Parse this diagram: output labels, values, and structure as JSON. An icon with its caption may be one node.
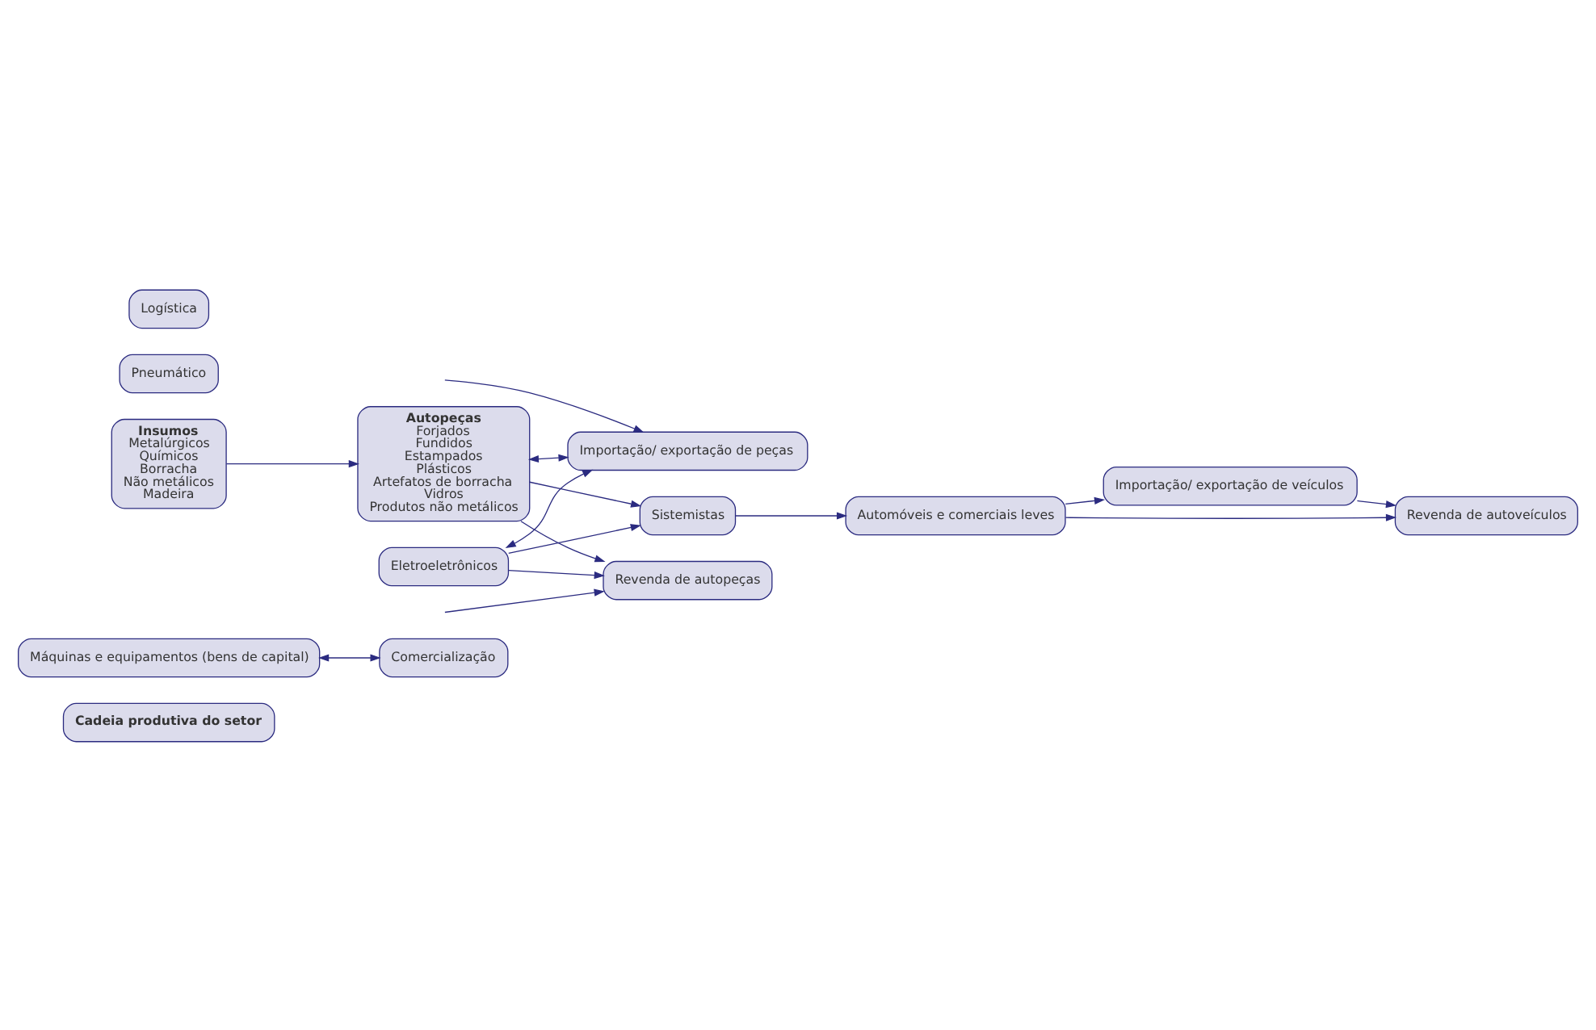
{
  "diagram": {
    "nodes": [
      {
        "text": [
          "Cadeia produtiva do setor"
        ]
      },
      {
        "text": [
          "Máquinas e equipamentos (bens de capital)"
        ]
      },
      {
        "text": [
          "Comercialização"
        ]
      },
      {
        "text": [
          "Importação/ exportação de peças"
        ]
      },
      {
        "text": [
          "Insumos",
          "Metalúrgicos",
          "Químicos",
          "Borracha",
          "Não metálicos",
          "Madeira"
        ]
      },
      {
        "text": [
          "Autopeças",
          "Forjados",
          "Fundidos",
          "Estampados",
          "Plásticos",
          "Artefatos de borracha",
          "Vidros",
          "Produtos não metálicos"
        ]
      },
      {
        "text": [
          "Eletroeletrônicos"
        ]
      },
      {
        "text": [
          "Importação/ exportação de veículos"
        ]
      },
      {
        "text": [
          "Sistemistas"
        ]
      },
      {
        "text": [
          "Automóveis e comerciais leves"
        ]
      },
      {
        "text": [
          "Revenda de autoveículos"
        ]
      },
      {
        "text": [
          "Revenda de autopeças"
        ]
      },
      {
        "text": [
          "Pneumático"
        ]
      },
      {
        "text": [
          "Logística"
        ]
      }
    ],
    "edges": [
      {
        "from": 1,
        "to": 2,
        "arrow": "both"
      },
      {
        "from": 5,
        "to": 3,
        "arrow": "both"
      },
      {
        "from": 6,
        "to": 3,
        "arrow": "both"
      },
      {
        "from": null,
        "to": 3,
        "arrow": "to"
      },
      {
        "from": 4,
        "to": 5,
        "arrow": "to"
      },
      {
        "from": 6,
        "to": 8,
        "arrow": "to"
      },
      {
        "from": 5,
        "to": 8,
        "arrow": "to"
      },
      {
        "from": 8,
        "to": 9,
        "arrow": "to"
      },
      {
        "from": 9,
        "to": 7,
        "arrow": "to"
      },
      {
        "from": 9,
        "to": 10,
        "arrow": "to"
      },
      {
        "from": 7,
        "to": 10,
        "arrow": "to"
      },
      {
        "from": 5,
        "to": 11,
        "arrow": "to"
      },
      {
        "from": 6,
        "to": 11,
        "arrow": "to"
      },
      {
        "from": null,
        "to": 11,
        "arrow": "to"
      }
    ]
  }
}
